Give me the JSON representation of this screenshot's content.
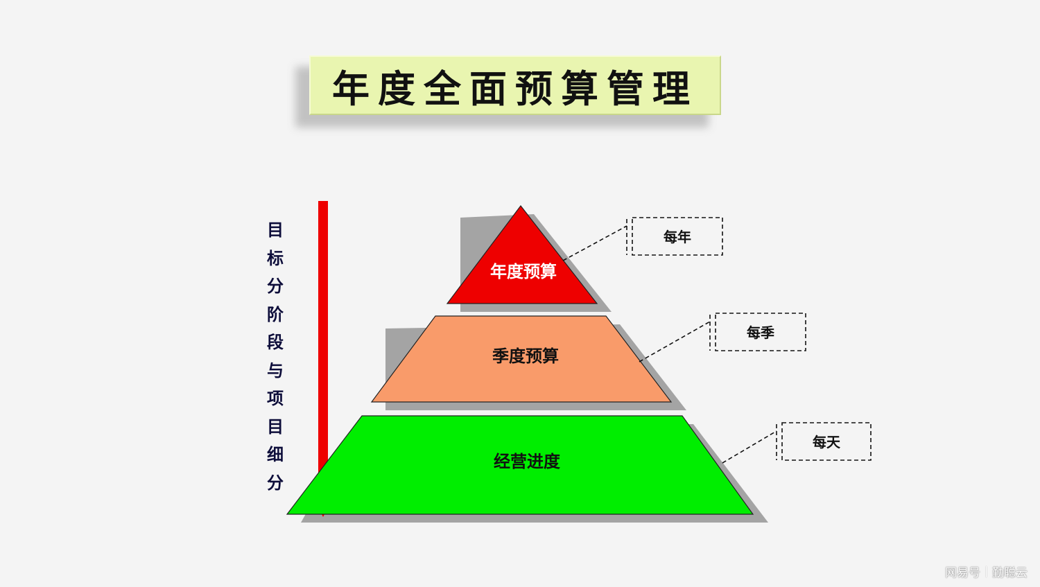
{
  "title": "年度全面预算管理",
  "side_label": [
    "目",
    "标",
    "分",
    "阶",
    "段",
    "与",
    "项",
    "目",
    "细",
    "分"
  ],
  "pyramid": {
    "levels": [
      {
        "label": "年度预算",
        "color": "#ee0000",
        "text_color": "#ffffff",
        "callout": "每年"
      },
      {
        "label": "季度预算",
        "color": "#f99b6a",
        "text_color": "#111111",
        "callout": "每季"
      },
      {
        "label": "经营进度",
        "color": "#00ee00",
        "text_color": "#111111",
        "callout": "每天"
      }
    ]
  },
  "arrow": {
    "color": "#ee0000"
  },
  "watermark": {
    "source": "网易号",
    "author": "勤聪云"
  }
}
